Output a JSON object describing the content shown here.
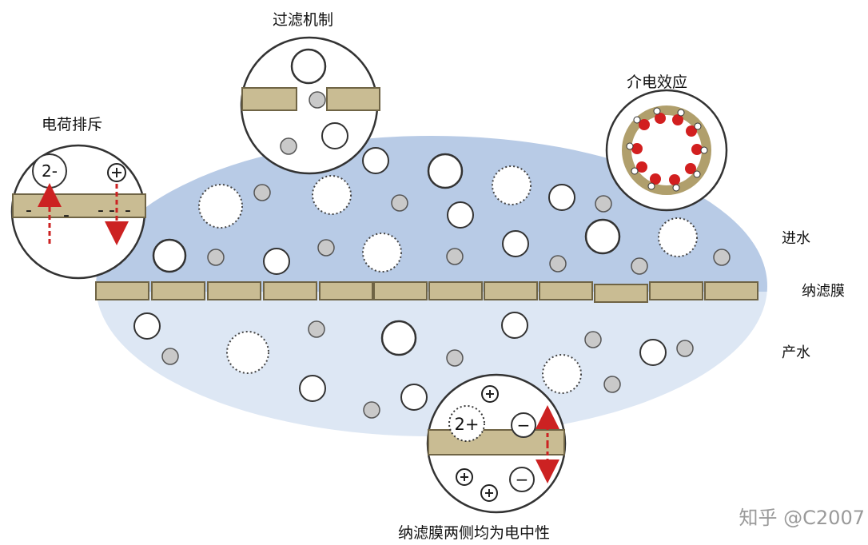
{
  "labels": {
    "filtration": "过滤机制",
    "charge_repulsion": "电荷排斥",
    "dielectric_effect": "介电效应",
    "feed_water": "进水",
    "nf_membrane": "纳滤膜",
    "product_water": "产水",
    "both_sides_neutral": "纳滤膜两侧均为电中性"
  },
  "insets": {
    "charge_repulsion": {
      "anion": "2-",
      "cation": "⊕",
      "surface_charges": [
        "-",
        "-",
        "-",
        "-",
        "-"
      ]
    },
    "electroneutral": {
      "cation_2": "2+",
      "anion_top": "−",
      "anion_bottom": "−",
      "plus": "⊕"
    }
  },
  "watermark": "知乎 @C2007",
  "colors": {
    "feed": "#b8cbe6",
    "product": "#dde7f4",
    "membrane": "#c9bc93",
    "membrane_edge": "#6f6445",
    "particle_gray": "#c9c9c9",
    "arrow_red": "#cc2222"
  }
}
